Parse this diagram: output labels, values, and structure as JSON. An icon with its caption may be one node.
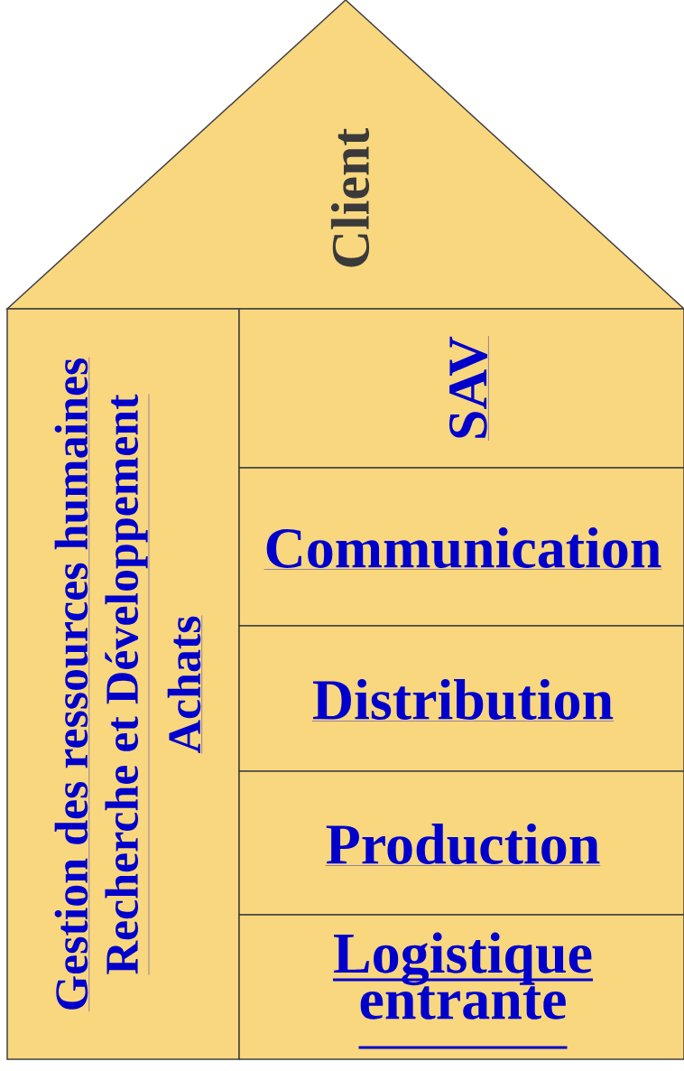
{
  "diagram": {
    "nodes": [
      {
        "text": [
          "Client"
        ]
      },
      {
        "text": [
          "Gestion des ressources humaines",
          "Recherche et Développement",
          "Achats"
        ]
      },
      {
        "text": [
          "SAV"
        ]
      },
      {
        "text": [
          "Communication"
        ]
      },
      {
        "text": [
          "Distribution"
        ]
      },
      {
        "text": [
          "Production"
        ]
      },
      {
        "text": [
          "Logistique entrante"
        ]
      }
    ]
  }
}
